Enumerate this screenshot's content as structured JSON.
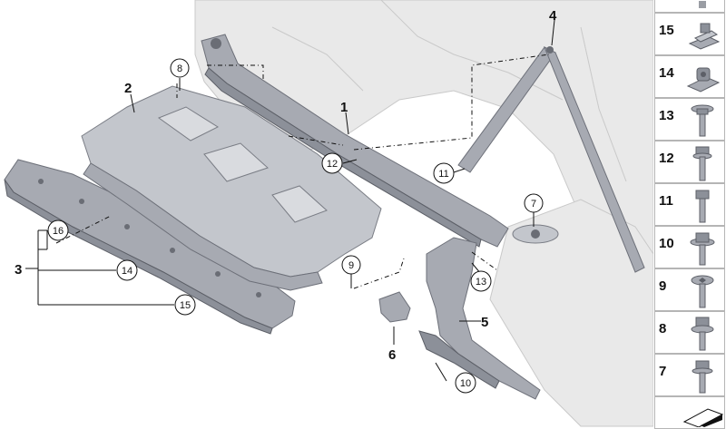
{
  "callouts": {
    "c1": "1",
    "c2": "2",
    "c3": "3",
    "c4": "4",
    "c5": "5",
    "c6": "6",
    "c7": "7",
    "c8": "8",
    "c9": "9",
    "c10": "10",
    "c11": "11",
    "c12": "12",
    "c13": "13",
    "c14": "14",
    "c15": "15",
    "c16": "16"
  },
  "legend": [
    {
      "number": "",
      "icon": "bolt-tip-icon"
    },
    {
      "number": "15",
      "icon": "spring-clip-icon"
    },
    {
      "number": "14",
      "icon": "clip-nut-icon"
    },
    {
      "number": "13",
      "icon": "flange-screw-icon"
    },
    {
      "number": "12",
      "icon": "hex-bolt-icon"
    },
    {
      "number": "11",
      "icon": "hex-bolt-short-icon"
    },
    {
      "number": "10",
      "icon": "hex-collar-bolt-icon"
    },
    {
      "number": "9",
      "icon": "torx-screw-icon"
    },
    {
      "number": "8",
      "icon": "collar-bolt-icon"
    },
    {
      "number": "7",
      "icon": "hex-screw-icon"
    },
    {
      "number": "",
      "icon": "shim-plate-icon"
    }
  ]
}
